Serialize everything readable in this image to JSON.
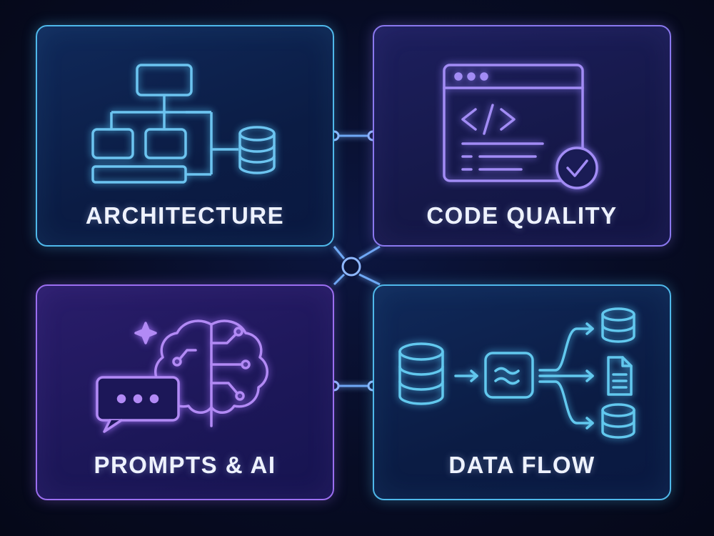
{
  "panels": {
    "architecture": {
      "label": "ARCHITECTURE",
      "accent": "#6cc4f0",
      "icon": "architecture-diagram-icon"
    },
    "code_quality": {
      "label": "CODE QUALITY",
      "accent": "#a28cf5",
      "icon": "code-window-check-icon"
    },
    "prompts_ai": {
      "label": "PROMPTS & AI",
      "accent": "#b28af5",
      "icon": "chat-brain-icon"
    },
    "data_flow": {
      "label": "DATA FLOW",
      "accent": "#62c8ee",
      "icon": "data-pipeline-icon"
    }
  },
  "colors": {
    "background": "#070c24",
    "connector": "#6fa8f5",
    "node_fill": "#0b1438"
  }
}
